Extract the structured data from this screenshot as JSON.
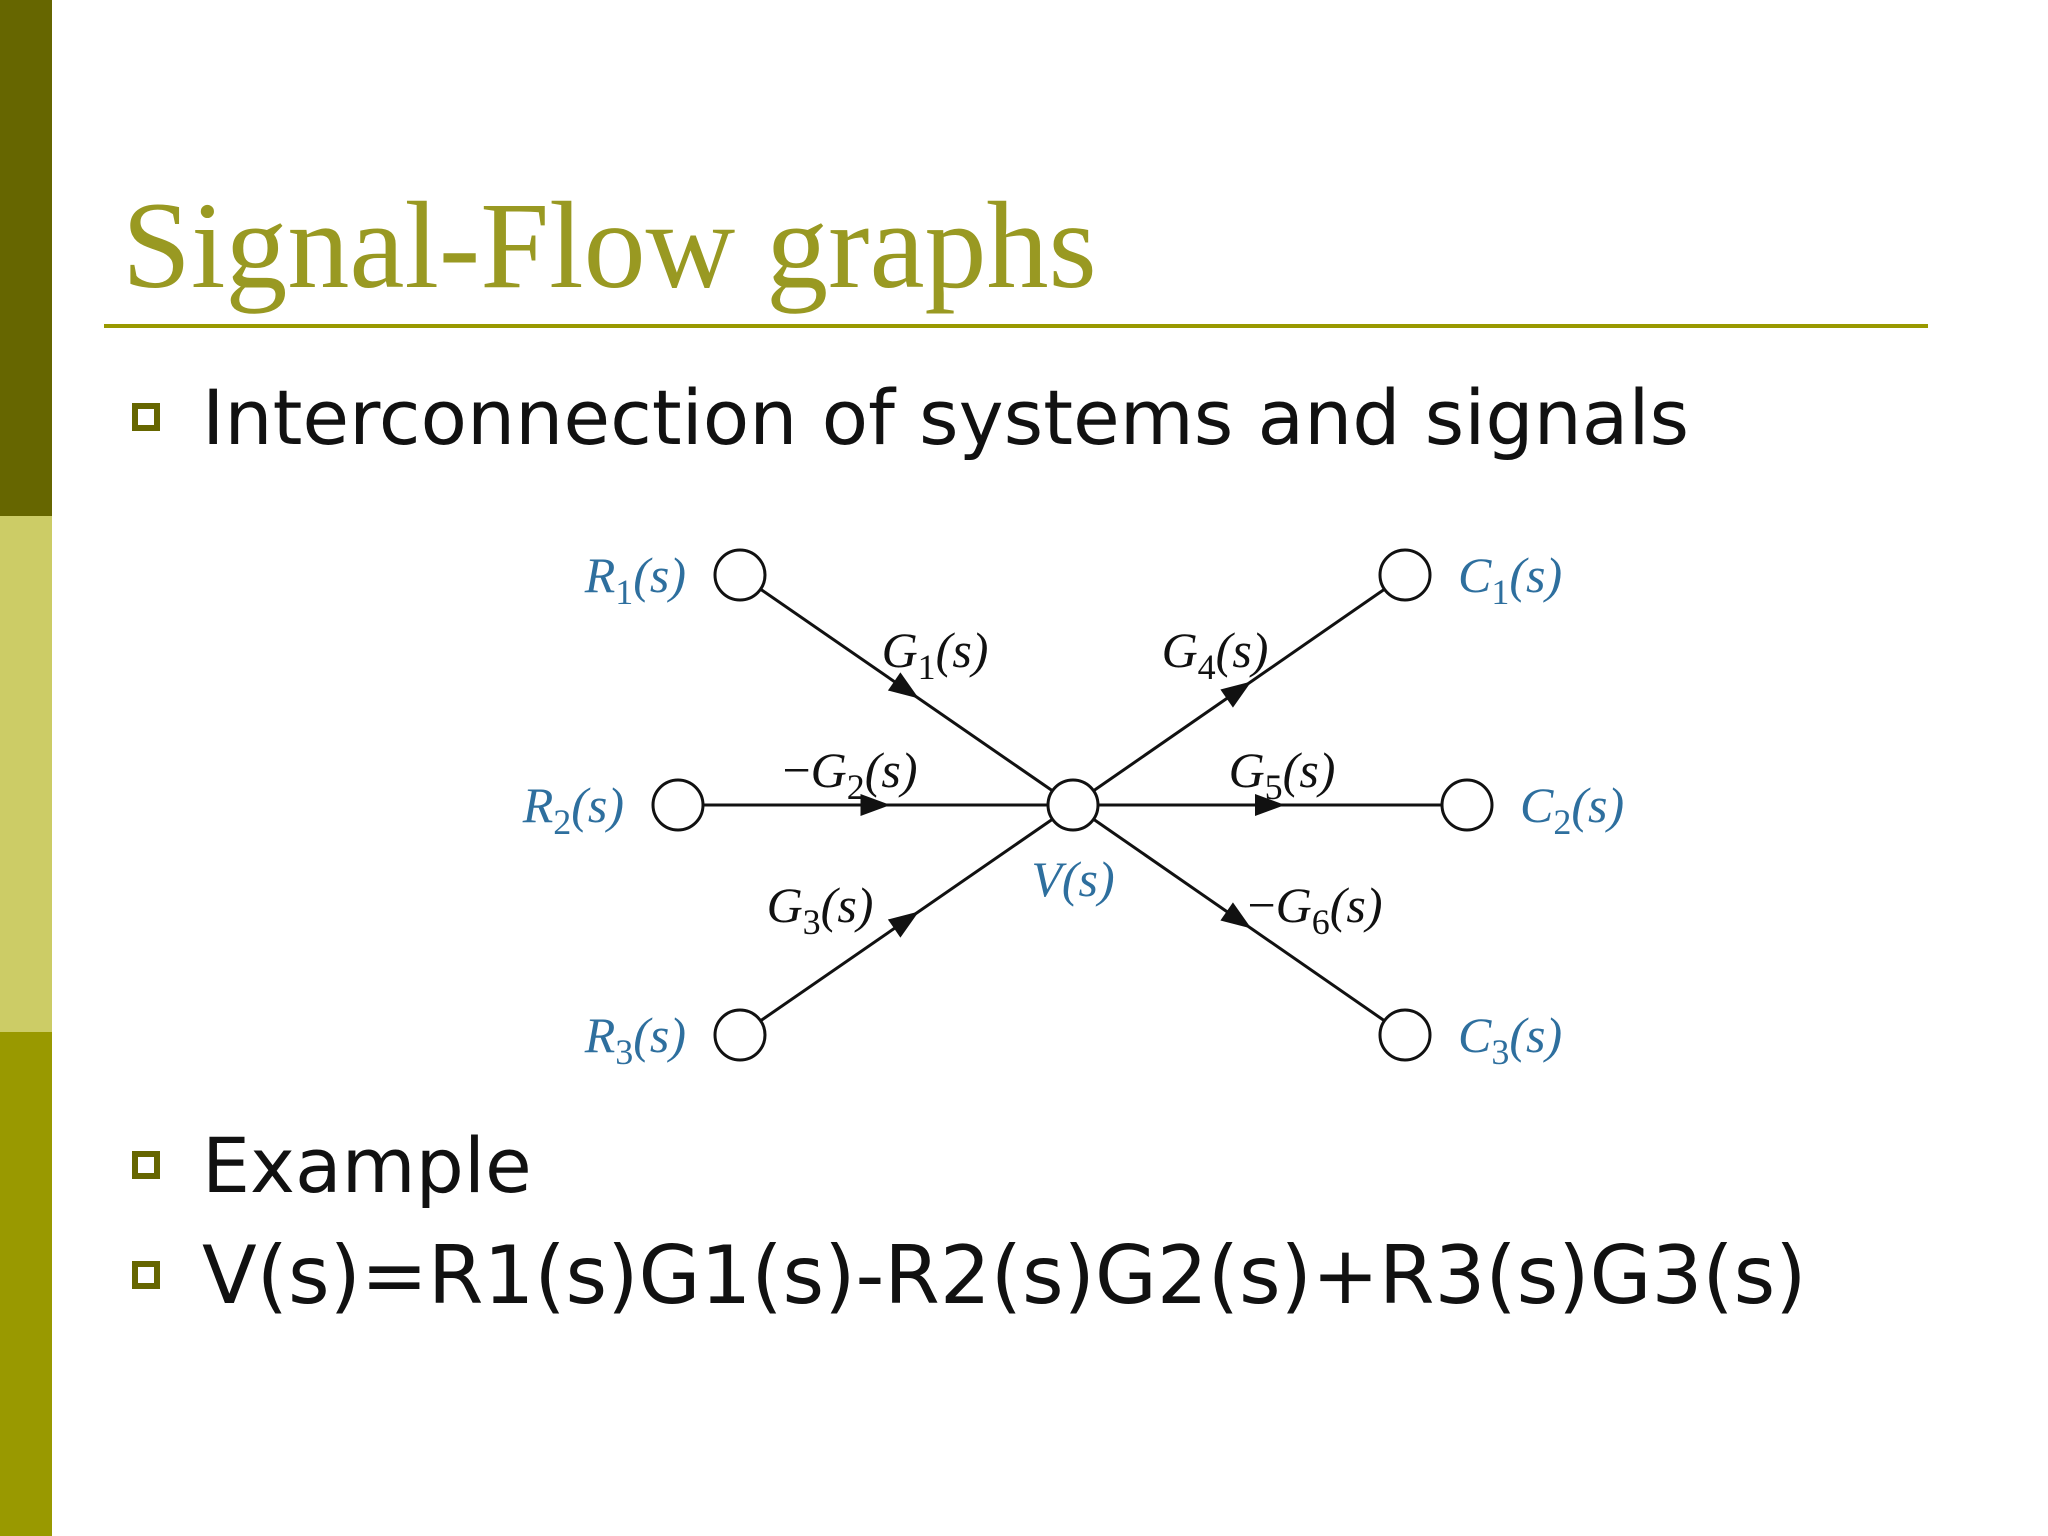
{
  "theme": {
    "stripe_top": "#666600",
    "stripe_mid": "#cccc66",
    "stripe_bot": "#999900",
    "title_color": "#999922",
    "rule_color": "#999900",
    "bullet_color": "#666600",
    "node_label_color": "#2e6f9e",
    "edge_color": "#111111"
  },
  "title": "Signal-Flow graphs",
  "bullets": [
    {
      "icon": "square-bullet-icon",
      "text": "Interconnection of systems and signals"
    },
    {
      "icon": "square-bullet-icon",
      "text": "Example"
    },
    {
      "icon": "square-bullet-icon",
      "text": "V(s)=R1(s)G1(s)-R2(s)G2(s)+R3(s)G3(s)"
    }
  ],
  "diagram": {
    "nodes": [
      {
        "id": "R1",
        "base": "R",
        "sub": "1"
      },
      {
        "id": "R2",
        "base": "R",
        "sub": "2"
      },
      {
        "id": "R3",
        "base": "R",
        "sub": "3"
      },
      {
        "id": "V",
        "base": "V",
        "sub": ""
      },
      {
        "id": "C1",
        "base": "C",
        "sub": "1"
      },
      {
        "id": "C2",
        "base": "C",
        "sub": "2"
      },
      {
        "id": "C3",
        "base": "C",
        "sub": "3"
      }
    ],
    "edges": [
      {
        "from": "R1",
        "to": "V",
        "sign": "",
        "base": "G",
        "sub": "1"
      },
      {
        "from": "R2",
        "to": "V",
        "sign": "−",
        "base": "G",
        "sub": "2"
      },
      {
        "from": "R3",
        "to": "V",
        "sign": "",
        "base": "G",
        "sub": "3"
      },
      {
        "from": "V",
        "to": "C1",
        "sign": "",
        "base": "G",
        "sub": "4"
      },
      {
        "from": "V",
        "to": "C2",
        "sign": "",
        "base": "G",
        "sub": "5"
      },
      {
        "from": "V",
        "to": "C3",
        "sign": "−",
        "base": "G",
        "sub": "6"
      }
    ],
    "arg": "(s)"
  }
}
